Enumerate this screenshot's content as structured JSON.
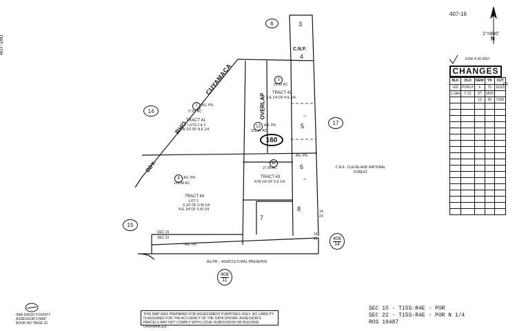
{
  "header": {
    "page_ref_left": "407-160",
    "page_ref_right": "407-16",
    "scale": "1\"=800'",
    "north": "N",
    "esw_date": "ESW 4-20-2007"
  },
  "adjacent": {
    "book6": "6",
    "book14": "14",
    "book17": "17",
    "book15": "15",
    "page408_top": "408",
    "page408_bottom": "14",
    "page408b_top": "408",
    "page408b_bottom": "11"
  },
  "labels": {
    "rho": "RHO",
    "cuyamaca": "CUYAMACA",
    "bdy": "BDY.",
    "cnf_top": "C.N.F.",
    "cnf_side": "C.N.F.- CLEVELAND NATIONAL FOREST",
    "overlap": "OVERLAP",
    "sec15": "SEC 15",
    "sec22": "SEC 22",
    "ag_pr_bottom": "AG. PR.",
    "ag_pr_legend": "AG.PR. - AGRICULTURAL PRESERVE",
    "n14": "14",
    "n23": "23",
    "n15": "15",
    "n22": "22"
  },
  "parcels": {
    "p3": "3",
    "p4": "4",
    "p5": "5",
    "p6": "6",
    "p7": "7",
    "p8": "8",
    "oval_160": "160"
  },
  "tracts": {
    "t41": {
      "circle": "7",
      "agpr": "AG. PR.",
      "acres": "77.87 AC",
      "name": "TRACT 41",
      "line1": "LOTS 2 & 3",
      "line2": "W 1/2 OF N E 1/4"
    },
    "t42": {
      "circle": "3",
      "acres": "29.51 AC",
      "name": "TRACT 42",
      "line1": "S E 1/4 OF N E 1/4"
    },
    "t13": {
      "circle": "13",
      "agpr": "AG. PR.",
      "acres": "221.97 AC"
    },
    "t43": {
      "circle": "11",
      "acres": "27.95 AC",
      "name": "TRACT 43",
      "line1": "N W 1/4 OF S E 1/4",
      "agpr": "AG. PR."
    },
    "t44": {
      "circle": "9",
      "agpr": "AG. PR.",
      "acres": "124.86 AC",
      "name": "TRACT 44",
      "line1": "LOT 1",
      "line2": "S 1/2 OF S W 1/4",
      "line3": "N E 1/4 OF S W 1/4"
    }
  },
  "changes": {
    "title": "CHANGES",
    "columns": [
      "BLK",
      "OLD",
      "NEW",
      "YR",
      "CUT"
    ],
    "rows": [
      [
        "160",
        "PORLP",
        "6",
        "75",
        "11020"
      ],
      [
        "1,3&4",
        "7-12",
        "97",
        "1820",
        ""
      ],
      [
        "",
        "",
        "13",
        "05",
        "2166"
      ]
    ],
    "pa": "PA"
  },
  "footer": {
    "county_line1": "SAN DIEGO COUNTY",
    "county_line2": "ASSESSOR'S MAP",
    "county_line3": "BOOK 407 PAGE 16",
    "disclaimer": "THIS MAP WAS PREPARED FOR ASSESSMENT PURPOSES ONLY. NO LIABILITY IS ASSUMED FOR THE ACCURACY OF THE DATA SHOWN. ASSESSOR'S PARCELS MAY NOT COMPLY WITH LOCAL SUBDIVISION OR BUILDING ORDINANCES.",
    "sec_line1": "SEC 15 - T15S-R4E - POR",
    "sec_line2": "SEC 22 - T15S-R4E - POR N 1/4",
    "ros": "ROS 19487"
  }
}
